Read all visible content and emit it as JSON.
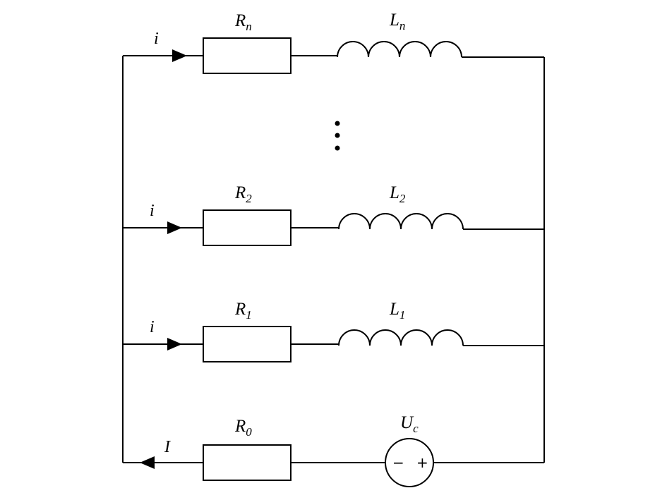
{
  "branches": [
    {
      "resistor": {
        "symbol": "R",
        "subscript": "n"
      },
      "inductor": {
        "symbol": "L",
        "subscript": "n"
      },
      "current": "i"
    },
    {
      "resistor": {
        "symbol": "R",
        "subscript": "2"
      },
      "inductor": {
        "symbol": "L",
        "subscript": "2"
      },
      "current": "i"
    },
    {
      "resistor": {
        "symbol": "R",
        "subscript": "1"
      },
      "inductor": {
        "symbol": "L",
        "subscript": "1"
      },
      "current": "i"
    }
  ],
  "source_branch": {
    "resistor": {
      "symbol": "R",
      "subscript": "0"
    },
    "source": {
      "symbol": "U",
      "subscript": "c",
      "minus": "−",
      "plus": "+"
    },
    "current": "I"
  },
  "continuation_marker": "vertical-ellipsis"
}
